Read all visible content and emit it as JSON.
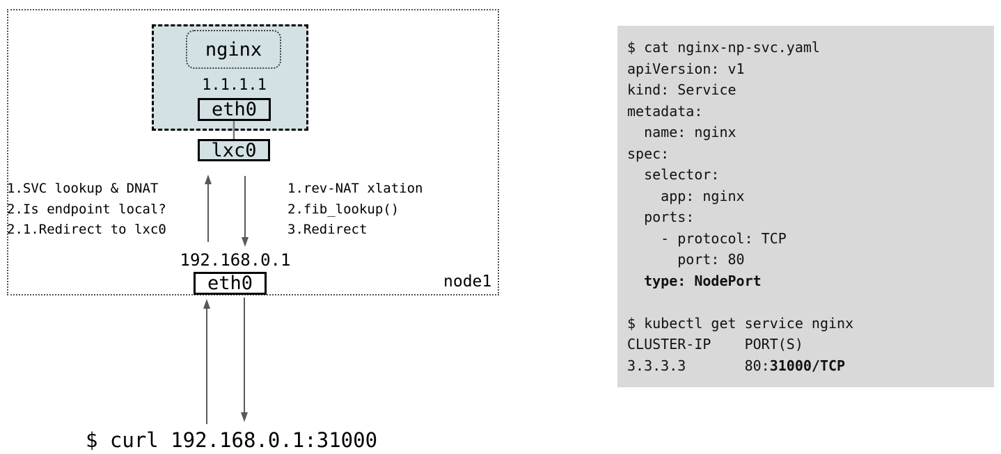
{
  "colors": {
    "pod_fill": "#d3e0e4",
    "terminal_background": "#d9d9d9",
    "arrow": "#595959",
    "box_border": "#000000",
    "dotted_border": "#4d4d4d"
  },
  "diagram": {
    "node_label": "node1",
    "pod": {
      "container_label": "nginx",
      "pod_ip": "1.1.1.1",
      "pod_interface_label": "eth0"
    },
    "veth_label": "lxc0",
    "node_ip": "192.168.0.1",
    "node_interface_label": "eth0",
    "ingress_steps": [
      "1.SVC lookup & DNAT",
      "2.Is endpoint local?",
      "2.1.Redirect to lxc0"
    ],
    "egress_steps": [
      "1.rev-NAT xlation",
      "2.fib_lookup()",
      "3.Redirect"
    ],
    "curl_command": "$ curl 192.168.0.1:31000"
  },
  "terminal": {
    "lines": [
      [
        {
          "text": "$ cat nginx-np-svc.yaml"
        }
      ],
      [
        {
          "text": "apiVersion: v1"
        }
      ],
      [
        {
          "text": "kind: Service"
        }
      ],
      [
        {
          "text": "metadata:"
        }
      ],
      [
        {
          "text": "  name: nginx"
        }
      ],
      [
        {
          "text": "spec:"
        }
      ],
      [
        {
          "text": "  selector:"
        }
      ],
      [
        {
          "text": "    app: nginx"
        }
      ],
      [
        {
          "text": "  ports:"
        }
      ],
      [
        {
          "text": "    - protocol: TCP"
        }
      ],
      [
        {
          "text": "      port: 80"
        }
      ],
      [
        {
          "text": "  "
        },
        {
          "text": "type: NodePort",
          "bold": true
        }
      ],
      [
        {
          "text": ""
        }
      ],
      [
        {
          "text": "$ kubectl get service nginx"
        }
      ],
      [
        {
          "text": "CLUSTER-IP    PORT(S)"
        }
      ],
      [
        {
          "text": "3.3.3.3       80:"
        },
        {
          "text": "31000/TCP",
          "bold": true
        }
      ]
    ]
  }
}
